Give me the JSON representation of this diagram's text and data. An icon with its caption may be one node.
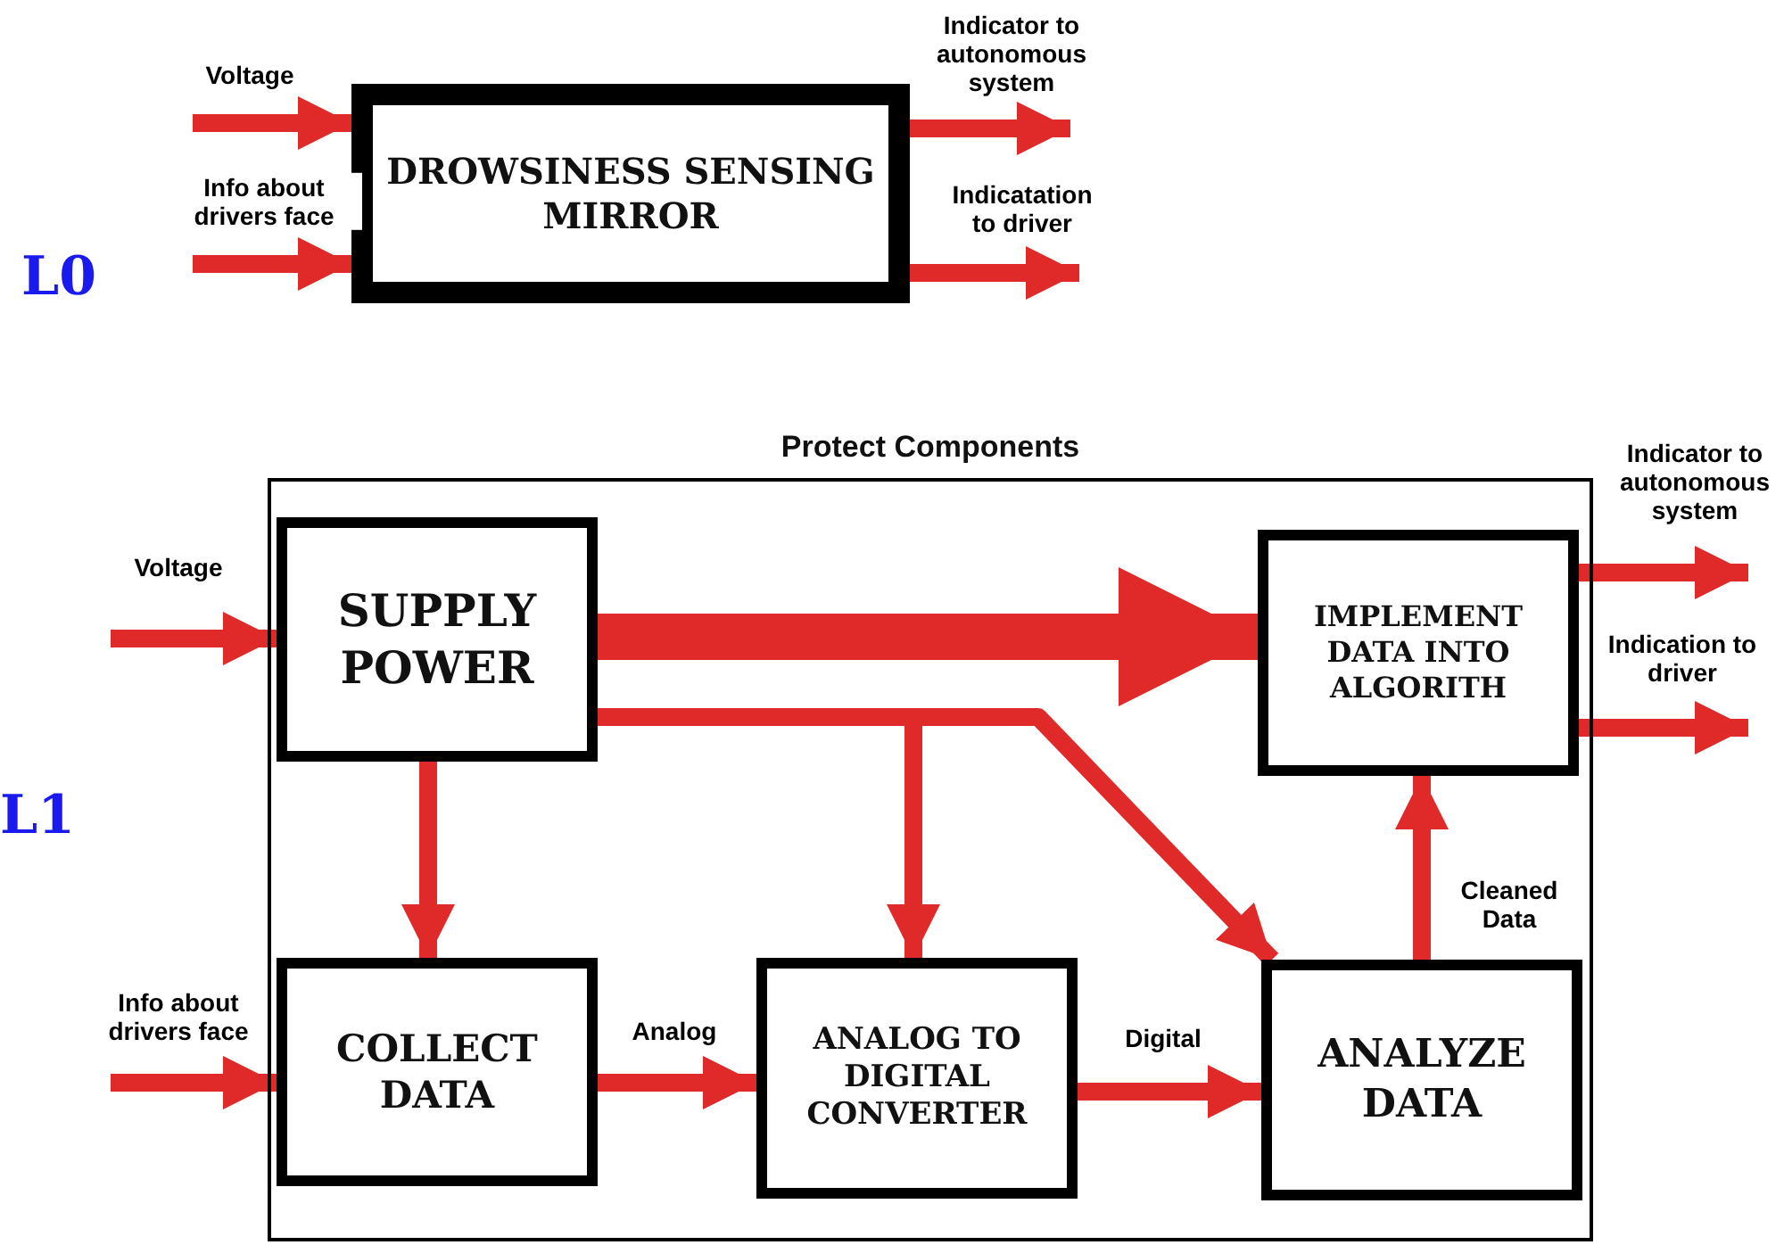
{
  "diagram": {
    "nodes": [
      {
        "text": [
          "DROWSINESS SENSING MIRROR"
        ]
      },
      {
        "text": [
          "Protect Components"
        ]
      },
      {
        "text": [
          "SUPPLY POWER"
        ],
        "in": 1
      },
      {
        "text": [
          "COLLECT DATA"
        ],
        "in": 1
      },
      {
        "text": [
          "ANALOG TO DIGITAL CONVERTER"
        ],
        "in": 1
      },
      {
        "text": [
          "ANALYZE DATA"
        ],
        "in": 1
      },
      {
        "text": [
          "IMPLEMENT DATA INTO ALGORITH"
        ],
        "in": 1
      }
    ],
    "edges": [
      {
        "from": null,
        "to": 0,
        "arrow": "to",
        "label": "Voltage"
      },
      {
        "from": null,
        "to": 0,
        "arrow": "to",
        "label": "Info about drivers face"
      },
      {
        "from": 0,
        "to": null,
        "arrow": "to",
        "label": "Indicator to autonomous system"
      },
      {
        "from": 0,
        "to": null,
        "arrow": "to",
        "label": "Indicatation to driver"
      },
      {
        "from": null,
        "to": 2,
        "arrow": "to",
        "label": "Voltage"
      },
      {
        "from": null,
        "to": 3,
        "arrow": "to",
        "label": "Info about drivers face"
      },
      {
        "from": 6,
        "to": null,
        "arrow": "to",
        "label": "Indicator to autonomous system"
      },
      {
        "from": 6,
        "to": null,
        "arrow": "to",
        "label": "Indication to driver"
      },
      {
        "from": 2,
        "to": 3,
        "arrow": "to"
      },
      {
        "from": 2,
        "to": 6,
        "arrow": "to",
        "style": "thick"
      },
      {
        "from": 2,
        "to": 4,
        "arrow": "to"
      },
      {
        "from": 2,
        "to": 5,
        "arrow": "to"
      },
      {
        "from": 3,
        "to": 4,
        "arrow": "to",
        "label": "Analog"
      },
      {
        "from": 4,
        "to": 5,
        "arrow": "to",
        "label": "Digital"
      },
      {
        "from": 5,
        "to": 6,
        "arrow": "to",
        "label": "Cleaned Data"
      }
    ],
    "labels": [
      "L0",
      "L1"
    ]
  }
}
